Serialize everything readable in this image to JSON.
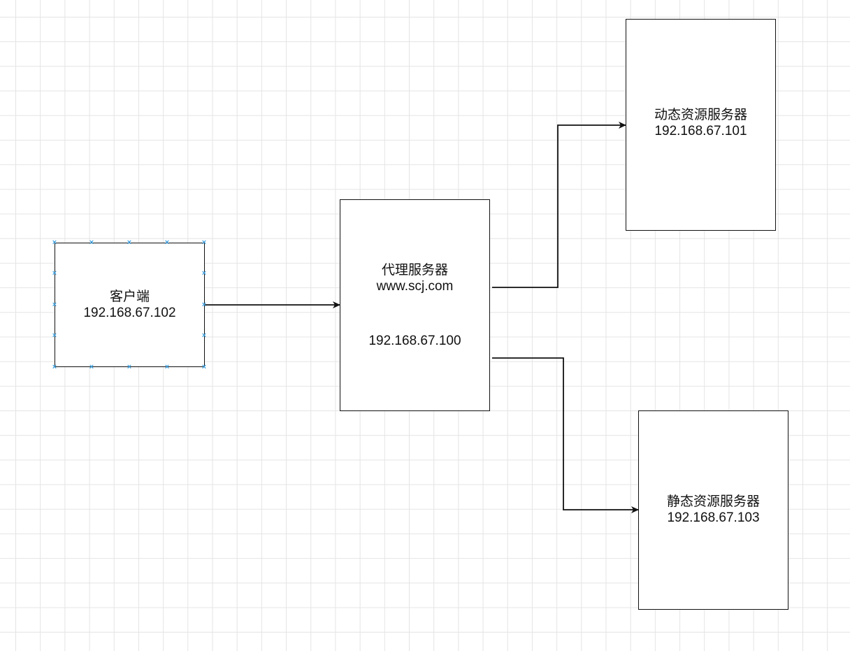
{
  "nodes": {
    "client": {
      "name": "客户端",
      "ip": "192.168.67.102"
    },
    "proxy": {
      "name": "代理服务器",
      "domain": "www.scj.com",
      "ip": "192.168.67.100"
    },
    "dynamic": {
      "name": "动态资源服务器",
      "ip": "192.168.67.101"
    },
    "static": {
      "name": "静态资源服务器",
      "ip": "192.168.67.103"
    }
  },
  "edges": [
    {
      "from": "client",
      "to": "proxy"
    },
    {
      "from": "proxy",
      "to": "dynamic"
    },
    {
      "from": "proxy",
      "to": "static"
    }
  ],
  "colors": {
    "line": "#111111",
    "selection_handle": "#3a9ede",
    "grid": "#e4e4e4"
  },
  "selected_node": "client"
}
